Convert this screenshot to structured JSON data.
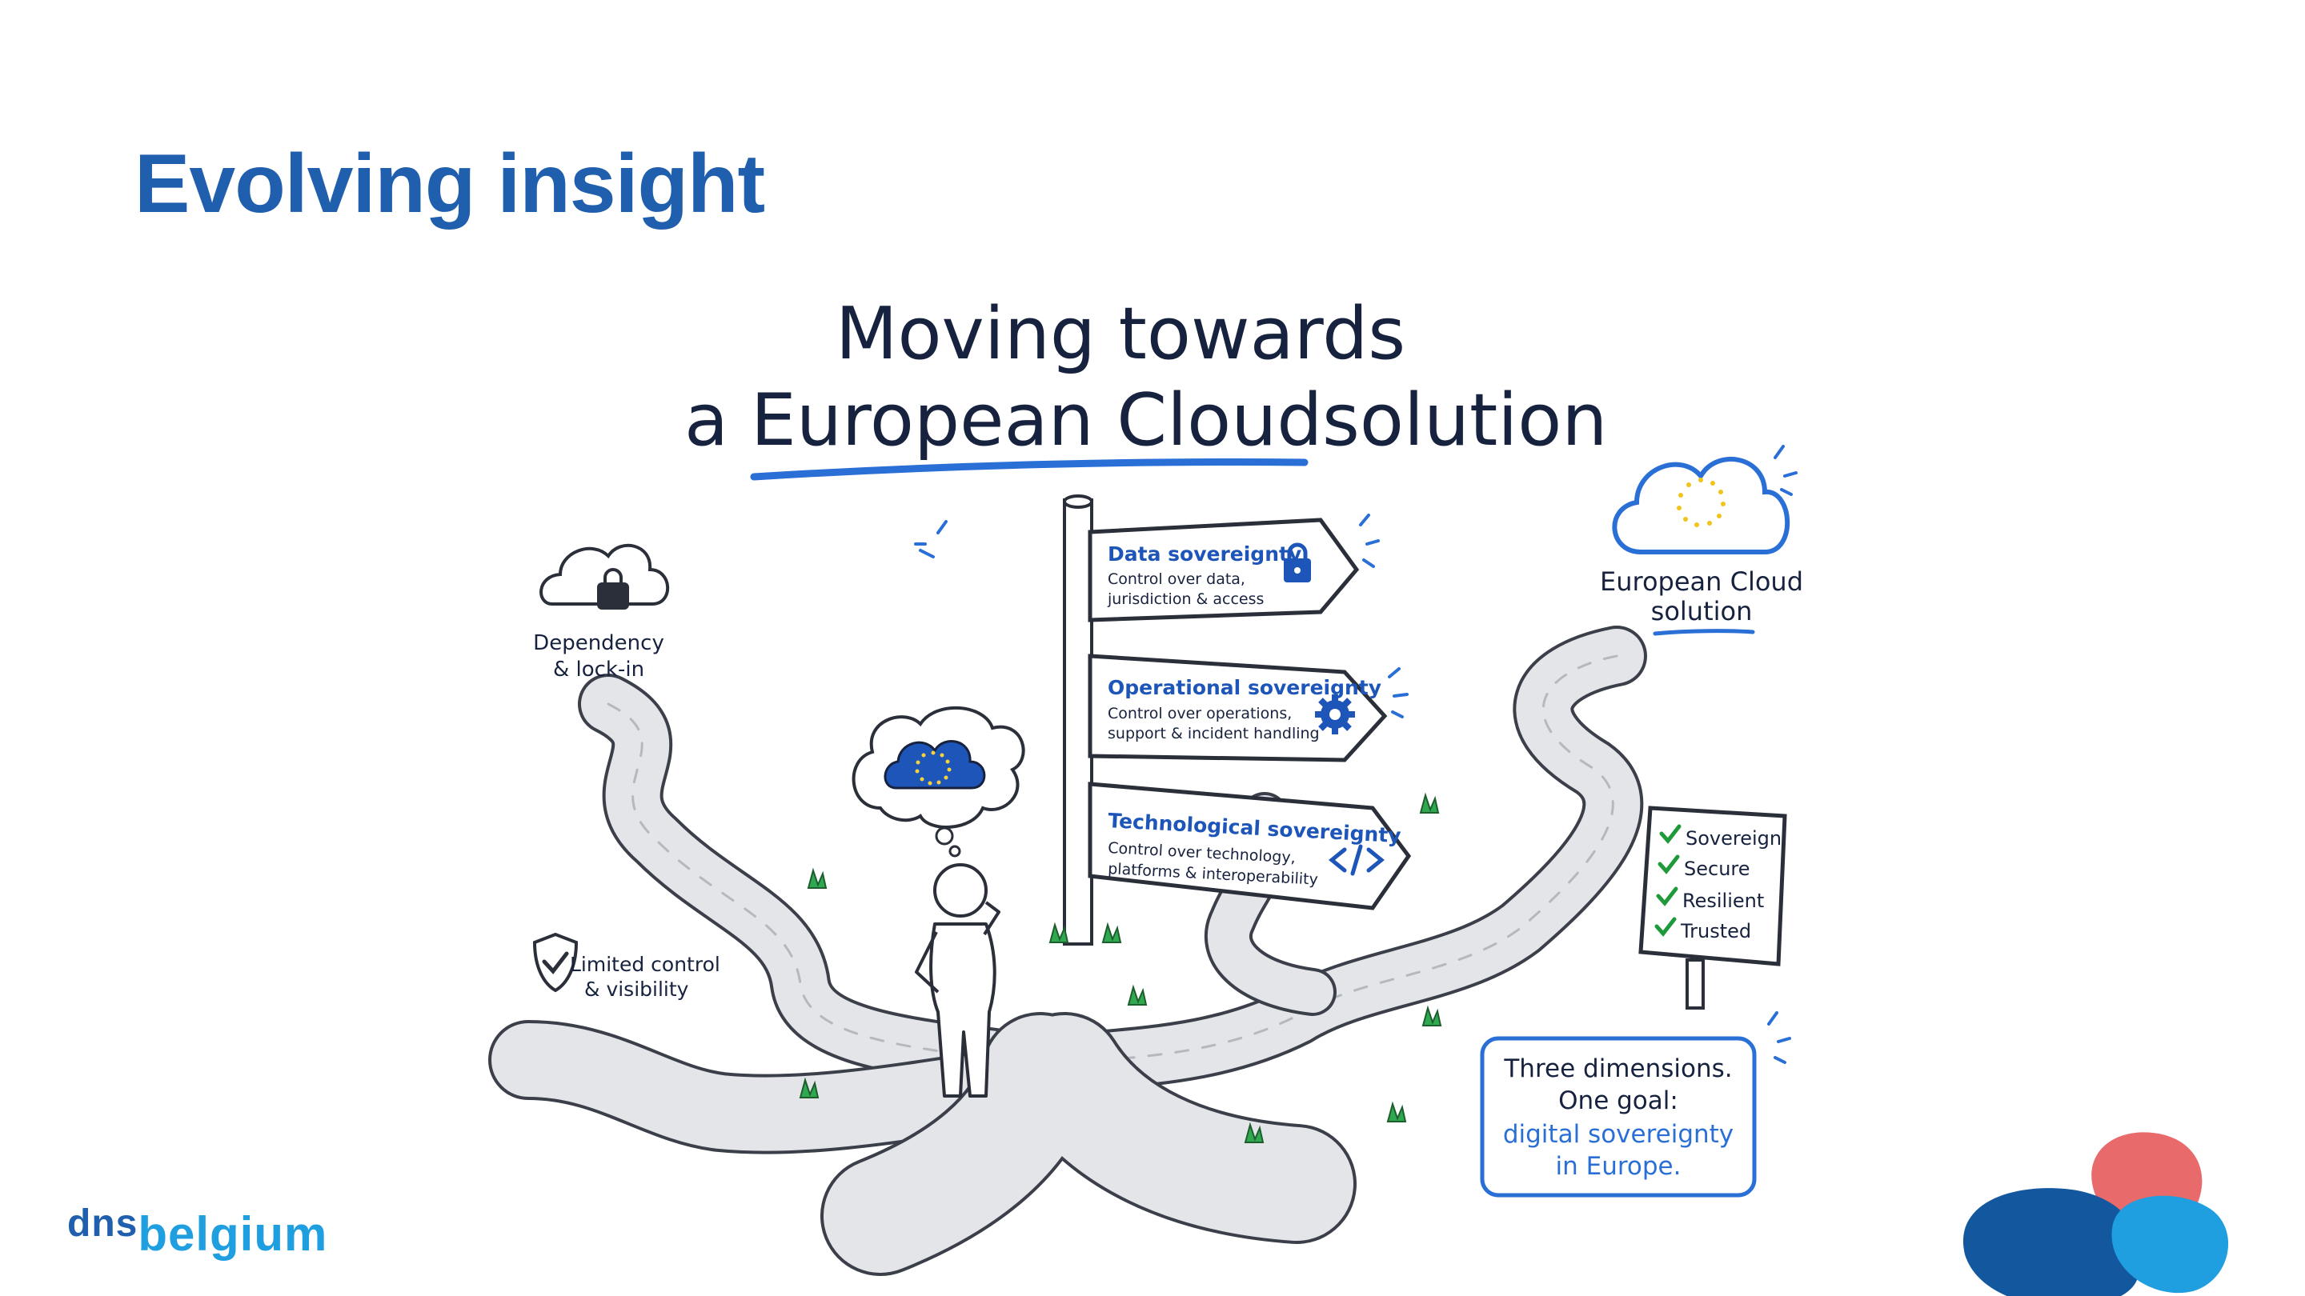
{
  "slide": {
    "title": "Evolving insight",
    "title_color": "#1f5fad"
  },
  "illustration": {
    "heading_line1": "Moving towards",
    "heading_line2_prefix": "a",
    "heading_line2_highlight": "European Cloud",
    "heading_line2_suffix": "solution",
    "left_top_label_line1": "Dependency",
    "left_top_label_line2": "& lock-in",
    "left_bottom_label_line1": "Limited control",
    "left_bottom_label_line2": "& visibility",
    "signs": [
      {
        "title": "Data sovereignty",
        "line1": "Control over data,",
        "line2": "jurisdiction & access",
        "icon": "lock-icon"
      },
      {
        "title": "Operational sovereignty",
        "line1": "Control over operations,",
        "line2": "support & incident handling",
        "icon": "gear-icon"
      },
      {
        "title": "Technological sovereignty",
        "line1": "Control over technology,",
        "line2": "platforms & interoperability",
        "icon": "code-icon"
      }
    ],
    "destination_line1": "European Cloud",
    "destination_line2": "solution",
    "checklist": [
      "Sovereign",
      "Secure",
      "Resilient",
      "Trusted"
    ],
    "callout_line1": "Three dimensions.",
    "callout_line2": "One goal:",
    "callout_line3": "digital sovereignty",
    "callout_line4": "in Europe."
  },
  "brand": {
    "logo_part1": "dns",
    "logo_part2": "belgium",
    "primary_color": "#1f5fad",
    "accent_blue": "#2a6fd6",
    "ink": "#17223f",
    "green": "#1f9a3a",
    "blob_red": "#e86a6a",
    "blob_dark": "#13579f",
    "blob_light": "#1f9ee0"
  }
}
